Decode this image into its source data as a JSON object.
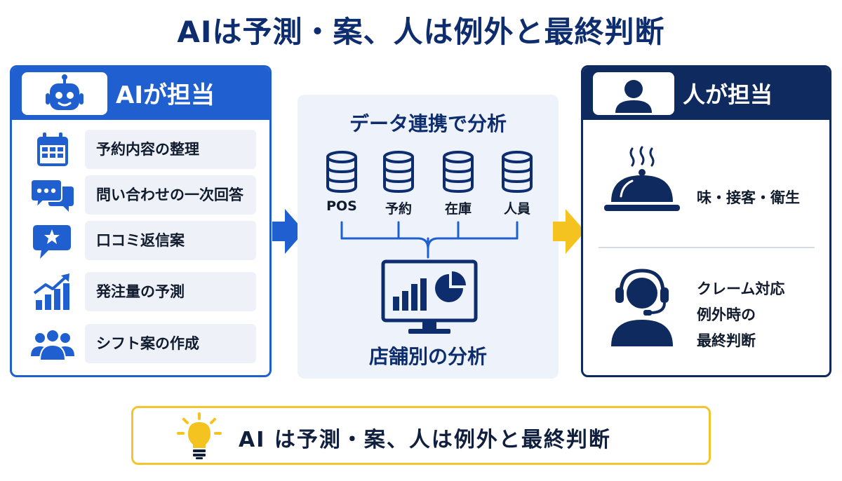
{
  "title": "AIは予測・案、人は例外と最終判断",
  "colors": {
    "ai_blue": "#1f5fd0",
    "human_navy": "#0f2a5e",
    "accent_yellow": "#f2c530",
    "panel_bg": "#eef3fb"
  },
  "ai_panel": {
    "header": "AIが担当",
    "header_icon": "robot-icon",
    "tasks": [
      {
        "label": "予約内容の整理",
        "icon": "calendar-icon"
      },
      {
        "label": "問い合わせの一次回答",
        "icon": "chat-bubbles-icon"
      },
      {
        "label": "口コミ返信案",
        "icon": "star-speech-bubble-icon"
      },
      {
        "label": "発注量の予測",
        "icon": "growth-chart-icon"
      },
      {
        "label": "シフト案の作成",
        "icon": "people-group-icon"
      }
    ]
  },
  "middle_panel": {
    "title": "データ連携で分析",
    "sources": [
      {
        "label": "POS",
        "icon": "database-icon"
      },
      {
        "label": "予約",
        "icon": "database-icon"
      },
      {
        "label": "在庫",
        "icon": "database-icon"
      },
      {
        "label": "人員",
        "icon": "database-icon"
      }
    ],
    "monitor_icon": "analytics-monitor-icon",
    "footer": "店舗別の分析"
  },
  "human_panel": {
    "header": "人が担当",
    "header_icon": "person-icon",
    "roles": [
      {
        "lines": [
          "味・接客・衛生"
        ],
        "icon": "cloche-icon"
      },
      {
        "lines": [
          "クレーム対応",
          "例外時の",
          "最終判断"
        ],
        "icon": "headset-operator-icon"
      }
    ]
  },
  "banner": {
    "text": "AI は予測・案、人は例外と最終判断",
    "icon": "lightbulb-icon"
  }
}
